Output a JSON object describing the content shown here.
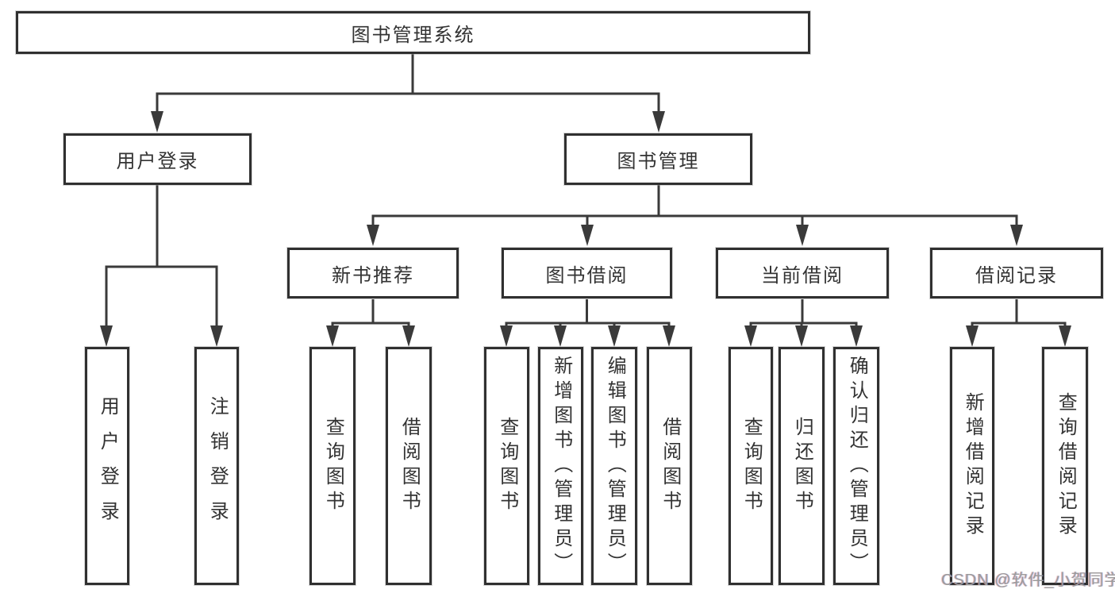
{
  "nodes": {
    "root": "图书管理系统",
    "user_login": "用户登录",
    "book_management": "图书管理",
    "new_book_recommend": "新书推荐",
    "book_borrowing": "图书借阅",
    "current_borrowing": "当前借阅",
    "borrowing_records": "借阅记录"
  },
  "leaves": {
    "user_login": [
      "用户登录",
      "注销登录"
    ],
    "new_book_recommend": [
      "查询图书",
      "借阅图书"
    ],
    "book_borrowing": [
      "查询图书",
      "新增图书（管理员）",
      "编辑图书（管理员）",
      "借阅图书"
    ],
    "current_borrowing": [
      "查询图书",
      "归还图书",
      "确认归还（管理员）"
    ],
    "borrowing_records": [
      "新增借阅记录",
      "查询借阅记录"
    ]
  },
  "watermark": "CSDN @软件_小贺同学",
  "colors": {
    "line": "#3a3a3a",
    "text": "#333333",
    "watermark": "#9b9b9b",
    "background": "#ffffff"
  }
}
